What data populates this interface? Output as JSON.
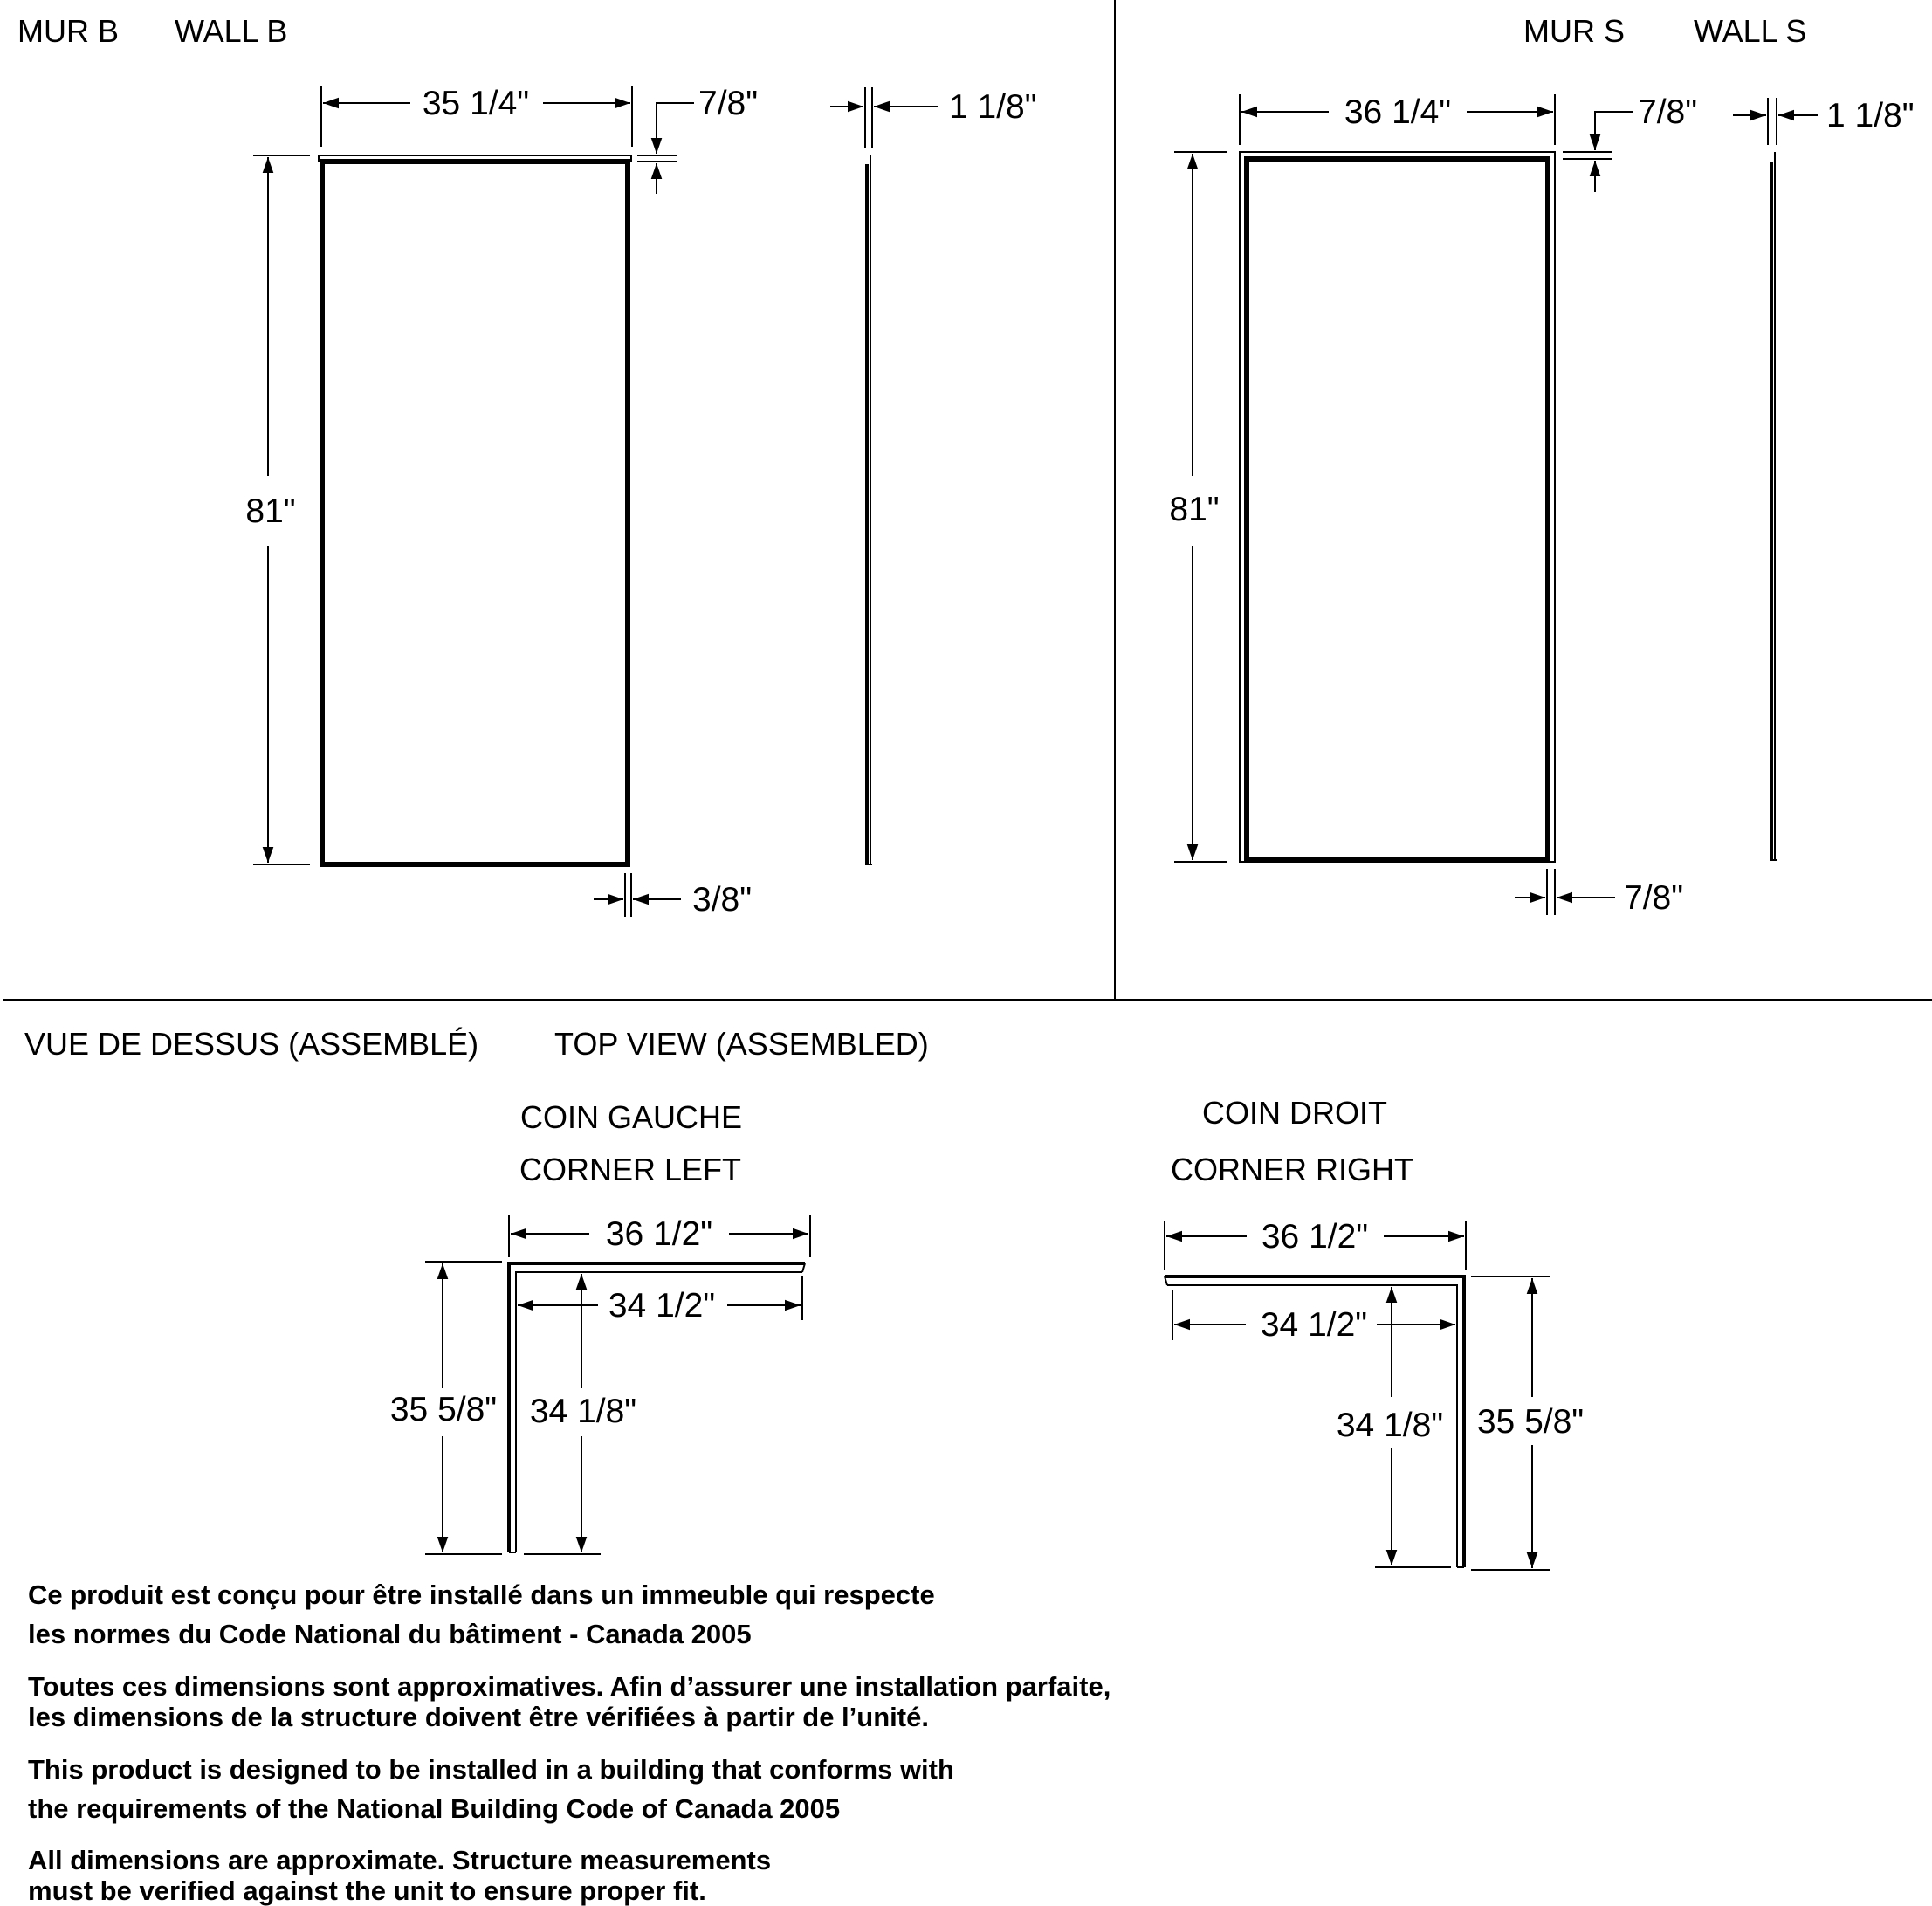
{
  "wall_b": {
    "label_fr": "MUR B",
    "label_en": "WALL B",
    "width": "35 1/4\"",
    "height": "81\"",
    "top_return": "7/8\"",
    "side_depth": "1 1/8\"",
    "side_return": "3/8\""
  },
  "wall_s": {
    "label_fr": "MUR S",
    "label_en": "WALL S",
    "width": "36 1/4\"",
    "height": "81\"",
    "top_return": "7/8\"",
    "side_depth": "1 1/8\"",
    "side_return": "7/8\""
  },
  "top_view": {
    "title_fr": "VUE DE DESSUS (ASSEMBLÉ)",
    "title_en": "TOP VIEW (ASSEMBLED)"
  },
  "corner_left": {
    "title_fr": "COIN GAUCHE",
    "title_en": "CORNER LEFT",
    "outer_width": "36 1/2\"",
    "inner_width": "34 1/2\"",
    "outer_depth": "35 5/8\"",
    "inner_depth": "34 1/8\""
  },
  "corner_right": {
    "title_fr": "COIN DROIT",
    "title_en": "CORNER RIGHT",
    "outer_width": "36 1/2\"",
    "inner_width": "34 1/2\"",
    "outer_depth": "35 5/8\"",
    "inner_depth": "34 1/8\""
  },
  "notes": {
    "fr_code_1": "Ce produit est conçu pour être installé dans un immeuble qui respecte",
    "fr_code_2": "les normes du Code National du bâtiment - Canada 2005",
    "fr_approx_1": "Toutes ces dimensions sont approximatives. Afin d’assurer une installation parfaite,",
    "fr_approx_2": "les dimensions de la structure doivent être vérifiées à partir de l’unité.",
    "en_code_1": "This product is designed to be installed in a building that conforms with",
    "en_code_2": "the requirements of the National Building Code of Canada 2005",
    "en_approx_1": "All dimensions are approximate. Structure measurements",
    "en_approx_2": "must be verified against the unit to ensure proper fit."
  }
}
